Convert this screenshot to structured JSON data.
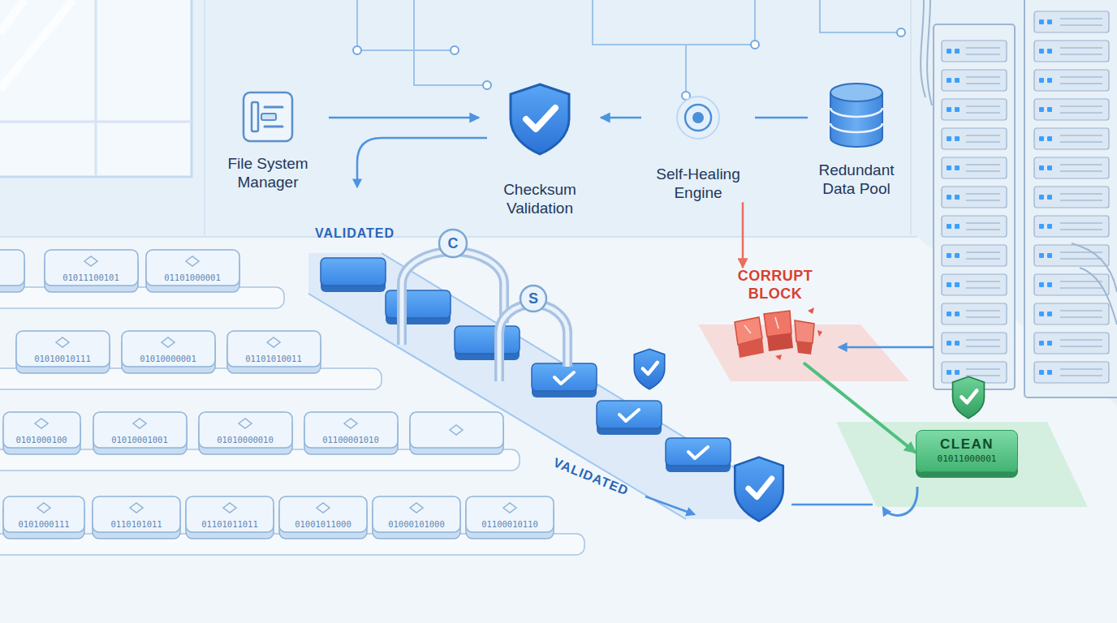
{
  "diagram": {
    "nodes": [
      {
        "text": [
          "File System Manager"
        ]
      },
      {
        "text": [
          "Checksum Validation"
        ]
      },
      {
        "text": [
          "Self-Healing Engine"
        ]
      },
      {
        "text": [
          "Redundant Data Pool"
        ]
      },
      {
        "text": [
          "CORRUPT BLOCK"
        ]
      },
      {
        "text": [
          "CLEAN",
          "01011000001"
        ]
      }
    ],
    "edges": [
      {
        "from": 0,
        "to": 1,
        "arrow": "to"
      },
      {
        "from": 2,
        "to": 1,
        "arrow": "to"
      },
      {
        "from": 2,
        "to": 3,
        "arrow": "none"
      },
      {
        "from": 2,
        "to": 4,
        "arrow": "to"
      },
      {
        "from": 4,
        "to": 5,
        "arrow": "to"
      }
    ],
    "labels": [
      "VALIDATED",
      "VALIDATED",
      "C",
      "S",
      "01011100101",
      "01101000001",
      "01010010111",
      "01010000001",
      "01101010011",
      "0101000100",
      "01010001001",
      "01010000010",
      "01100001010",
      "0101000111",
      "0110101011",
      "01101011011",
      "01001011000",
      "01000101000",
      "01100010110"
    ]
  }
}
